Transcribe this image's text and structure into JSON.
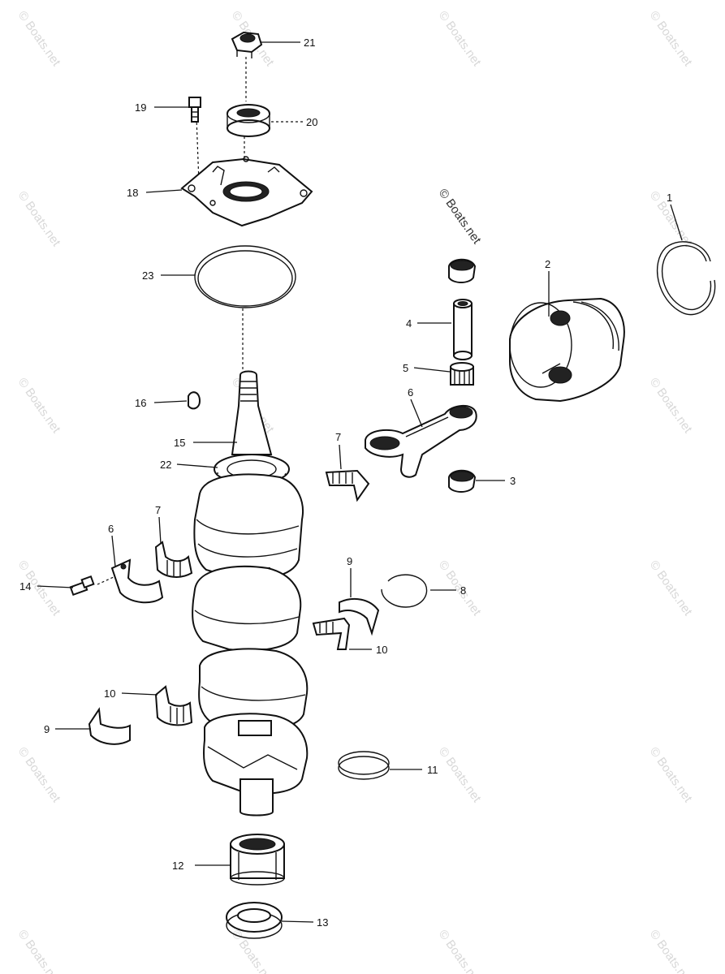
{
  "watermark": {
    "text": "© Boats.net"
  },
  "callouts": [
    {
      "id": "c21",
      "label": "21"
    },
    {
      "id": "c20",
      "label": "20"
    },
    {
      "id": "c19",
      "label": "19"
    },
    {
      "id": "c18",
      "label": "18"
    },
    {
      "id": "c23",
      "label": "23"
    },
    {
      "id": "c1",
      "label": "1"
    },
    {
      "id": "c2",
      "label": "2"
    },
    {
      "id": "c4",
      "label": "4"
    },
    {
      "id": "c5",
      "label": "5"
    },
    {
      "id": "c6a",
      "label": "6"
    },
    {
      "id": "c16",
      "label": "16"
    },
    {
      "id": "c15",
      "label": "15"
    },
    {
      "id": "c22",
      "label": "22"
    },
    {
      "id": "c7a",
      "label": "7"
    },
    {
      "id": "c3",
      "label": "3"
    },
    {
      "id": "c7b",
      "label": "7"
    },
    {
      "id": "c6b",
      "label": "6"
    },
    {
      "id": "c14",
      "label": "14"
    },
    {
      "id": "c9a",
      "label": "9"
    },
    {
      "id": "c8",
      "label": "8"
    },
    {
      "id": "c10a",
      "label": "10"
    },
    {
      "id": "c10b",
      "label": "10"
    },
    {
      "id": "c9b",
      "label": "9"
    },
    {
      "id": "c11",
      "label": "11"
    },
    {
      "id": "c12",
      "label": "12"
    },
    {
      "id": "c13",
      "label": "13"
    }
  ]
}
